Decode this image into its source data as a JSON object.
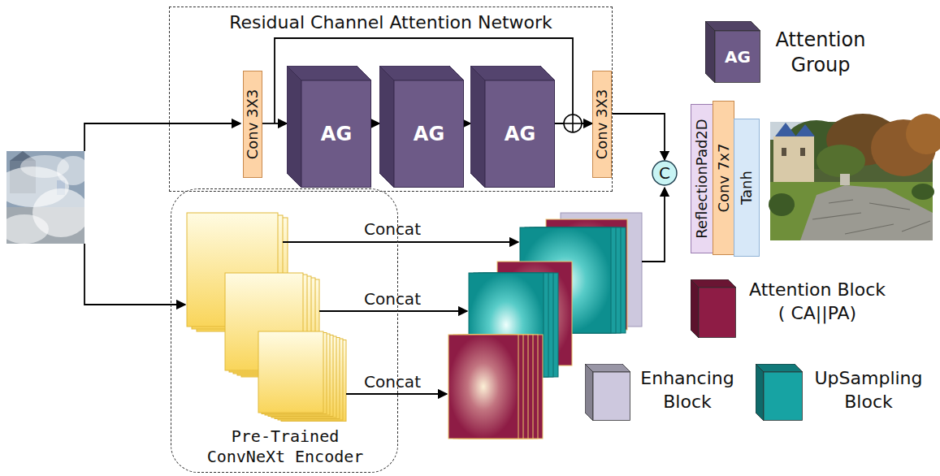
{
  "diagram": {
    "nodes": [
      {
        "text": [
          "Residual Channel Attention Network"
        ]
      },
      {
        "text": [
          "Conv 3X3"
        ],
        "in": 0
      },
      {
        "text": [
          "AG"
        ],
        "in": 0
      },
      {
        "text": [
          "AG"
        ],
        "in": 0
      },
      {
        "text": [
          "AG"
        ],
        "in": 0
      },
      {
        "text": [
          "Conv 3X3"
        ],
        "in": 0
      },
      {
        "text": [
          "C"
        ]
      },
      {
        "text": [
          "ReflectionPad2D"
        ]
      },
      {
        "text": [
          "Conv 7x7"
        ]
      },
      {
        "text": [
          "Tanh"
        ]
      },
      {
        "text": [
          "Pre-Trained ConvNeXt Encoder"
        ]
      }
    ],
    "edges": [
      {
        "from": 1,
        "to": 2,
        "arrow": "to"
      },
      {
        "from": 2,
        "to": 3,
        "arrow": "to"
      },
      {
        "from": 3,
        "to": 4,
        "arrow": "to"
      },
      {
        "from": 4,
        "to": 5,
        "arrow": "to"
      },
      {
        "from": 5,
        "to": 6,
        "arrow": "to"
      }
    ],
    "labels": [
      "Concat",
      "Concat",
      "Concat",
      "AG"
    ],
    "legend": [
      {
        "text": "Attention Group",
        "color": "#6d5a87"
      },
      {
        "text": "Attention Block ( CA||PA)",
        "color": "#8e1c45"
      },
      {
        "text": "Enhancing Block",
        "color": "#cdc8de"
      },
      {
        "text": "UpSampling Block",
        "color": "#17a3a3"
      }
    ]
  }
}
